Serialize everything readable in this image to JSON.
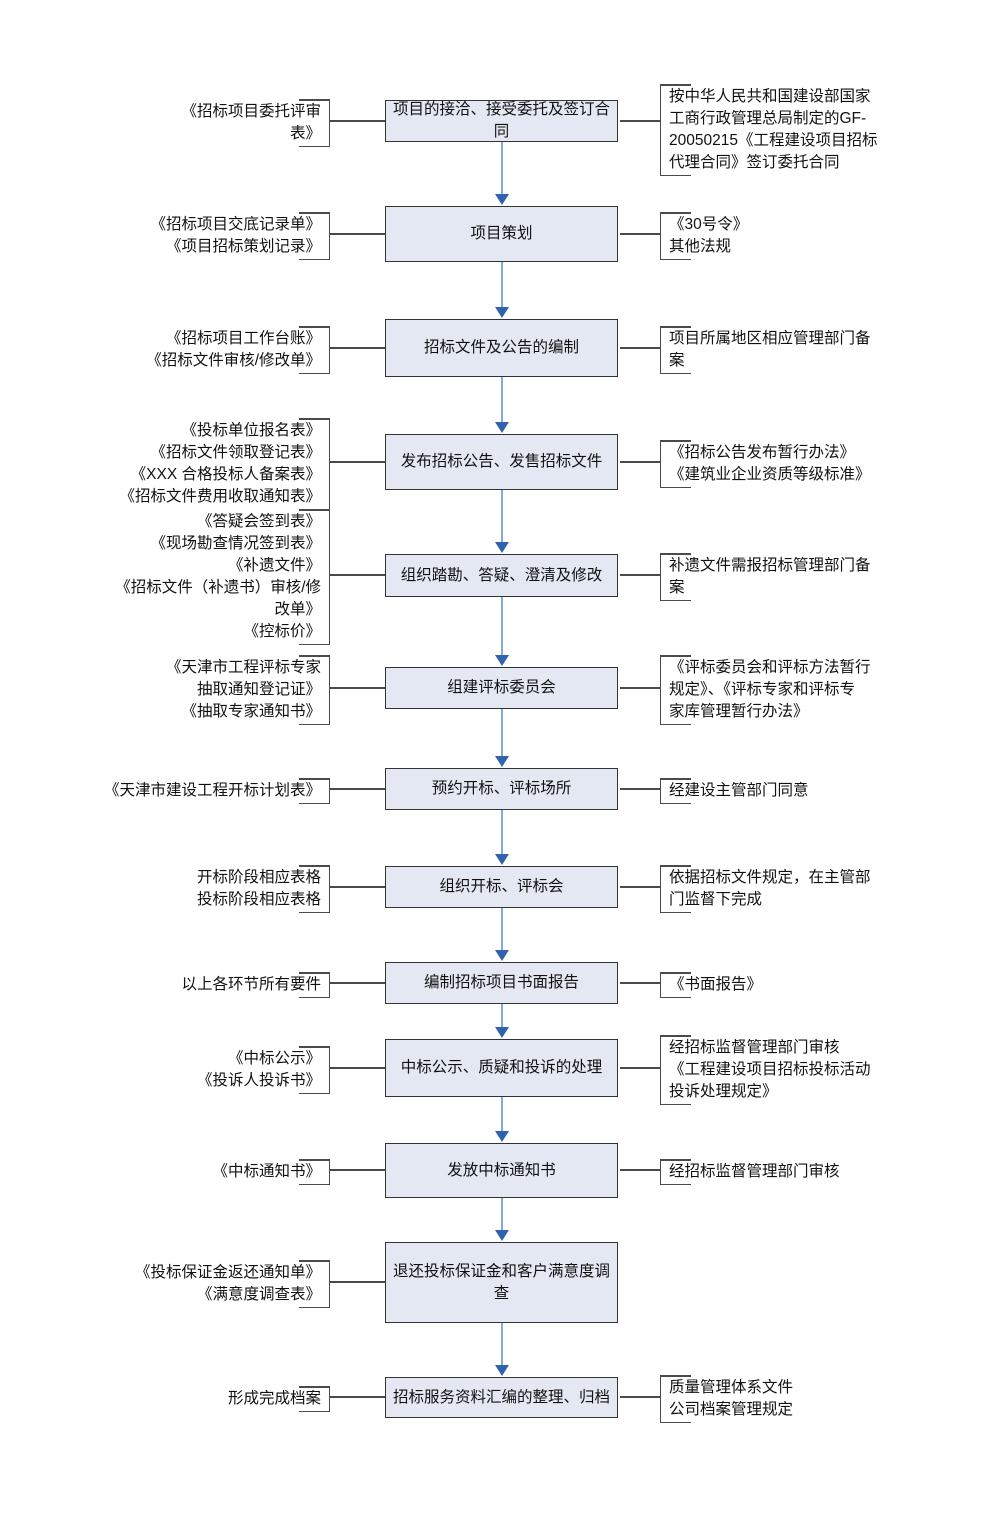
{
  "colors": {
    "background": "#ffffff",
    "box_fill": "#e3e8f3",
    "box_border": "#333333",
    "connector": "#4a4a4a",
    "arrow_shaft": "#85a9d8",
    "arrow_head": "#2f63ae",
    "text": "#111111"
  },
  "flow": {
    "rows": [
      {
        "left": "《招标项目委托评审\n表》",
        "box": "项目的接洽、接受委托及签订合同",
        "right": "按中华人民共和国建设部国家\n工商行政管理总局制定的GF-\n20050215《工程建设项目招标\n代理合同》签订委托合同"
      },
      {
        "left": "《招标项目交底记录单》\n《项目招标策划记录》",
        "box": "项目策划",
        "right": "《30号令》\n其他法规"
      },
      {
        "left": "《招标项目工作台账》\n《招标文件审核/修改单》",
        "box": "招标文件及公告的编制",
        "right": "项目所属地区相应管理部门备\n案"
      },
      {
        "left": "《投标单位报名表》\n《招标文件领取登记表》\n《XXX 合格投标人备案表》\n《招标文件费用收取通知表》",
        "box": "发布招标公告、发售招标文件",
        "right": "《招标公告发布暂行办法》\n《建筑业企业资质等级标准》"
      },
      {
        "left": "《答疑会签到表》\n《现场勘查情况签到表》\n《补遗文件》\n《招标文件（补遗书）审核/修\n改单》\n《控标价》",
        "box": "组织踏勘、答疑、澄清及修改",
        "right": "补遗文件需报招标管理部门备\n案"
      },
      {
        "left": "《天津市工程评标专家\n抽取通知登记证》\n《抽取专家通知书》",
        "box": "组建评标委员会",
        "right": "《评标委员会和评标方法暂行\n规定》、《评标专家和评标专\n家库管理暂行办法》"
      },
      {
        "left": "《天津市建设工程开标计划表》",
        "box": "预约开标、评标场所",
        "right": "经建设主管部门同意"
      },
      {
        "left": "开标阶段相应表格\n投标阶段相应表格",
        "box": "组织开标、评标会",
        "right": "依据招标文件规定，在主管部\n门监督下完成"
      },
      {
        "left": "以上各环节所有要件",
        "box": "编制招标项目书面报告",
        "right": "《书面报告》"
      },
      {
        "left": "《中标公示》\n《投诉人投诉书》",
        "box": "中标公示、质疑和投诉的处理",
        "right": "经招标监督管理部门审核\n《工程建设项目招标投标活动\n投诉处理规定》"
      },
      {
        "left": "《中标通知书》",
        "box": "发放中标通知书",
        "right": "经招标监督管理部门审核"
      },
      {
        "left": "《投标保证金返还通知单》\n《满意度调查表》",
        "box": "退还投标保证金和客户满意度调查",
        "right": ""
      },
      {
        "left": "形成完成档案",
        "box": "招标服务资料汇编的整理、归档",
        "right": "质量管理体系文件\n公司档案管理规定"
      }
    ]
  }
}
